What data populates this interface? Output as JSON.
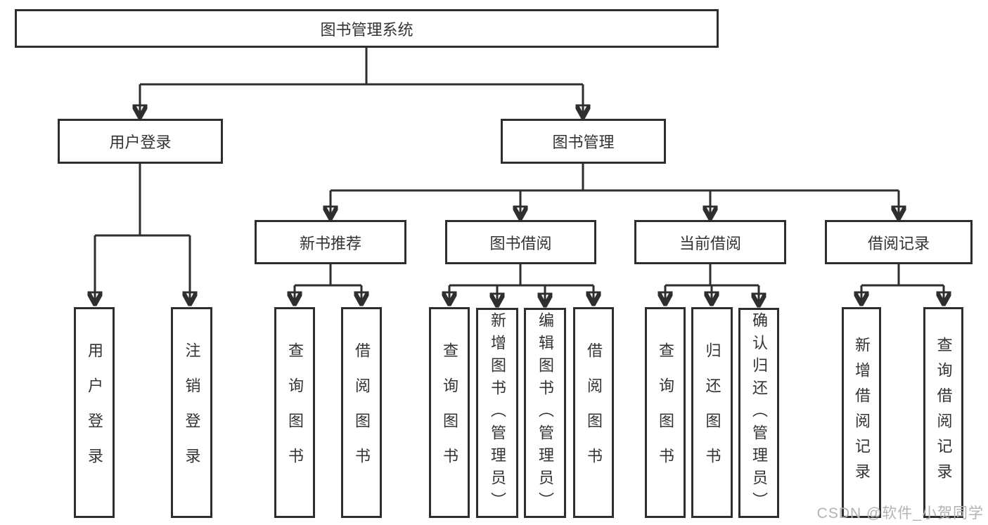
{
  "tree": {
    "root": {
      "label": "图书管理系统",
      "children": [
        {
          "label": "用户登录",
          "children": [
            {
              "label": "用户登录"
            },
            {
              "label": "注销登录"
            }
          ]
        },
        {
          "label": "图书管理",
          "children": [
            {
              "label": "新书推荐",
              "children": [
                {
                  "label": "查询图书"
                },
                {
                  "label": "借阅图书"
                }
              ]
            },
            {
              "label": "图书借阅",
              "children": [
                {
                  "label": "查询图书"
                },
                {
                  "label": "新增图书（管理员）"
                },
                {
                  "label": "编辑图书（管理员）"
                },
                {
                  "label": "借阅图书"
                }
              ]
            },
            {
              "label": "当前借阅",
              "children": [
                {
                  "label": "查询图书"
                },
                {
                  "label": "归还图书"
                },
                {
                  "label": "确认归还（管理员）"
                }
              ]
            },
            {
              "label": "借阅记录",
              "children": [
                {
                  "label": "新增借阅记录"
                },
                {
                  "label": "查询借阅记录"
                }
              ]
            }
          ]
        }
      ]
    }
  },
  "watermark": {
    "text": "CSDN @软件_小贺同学"
  },
  "colors": {
    "line": "#2e2e2e",
    "text": "#333333",
    "box_background": "#ffffff",
    "page_background": "#ffffff",
    "watermark": "#b3b3b3"
  }
}
